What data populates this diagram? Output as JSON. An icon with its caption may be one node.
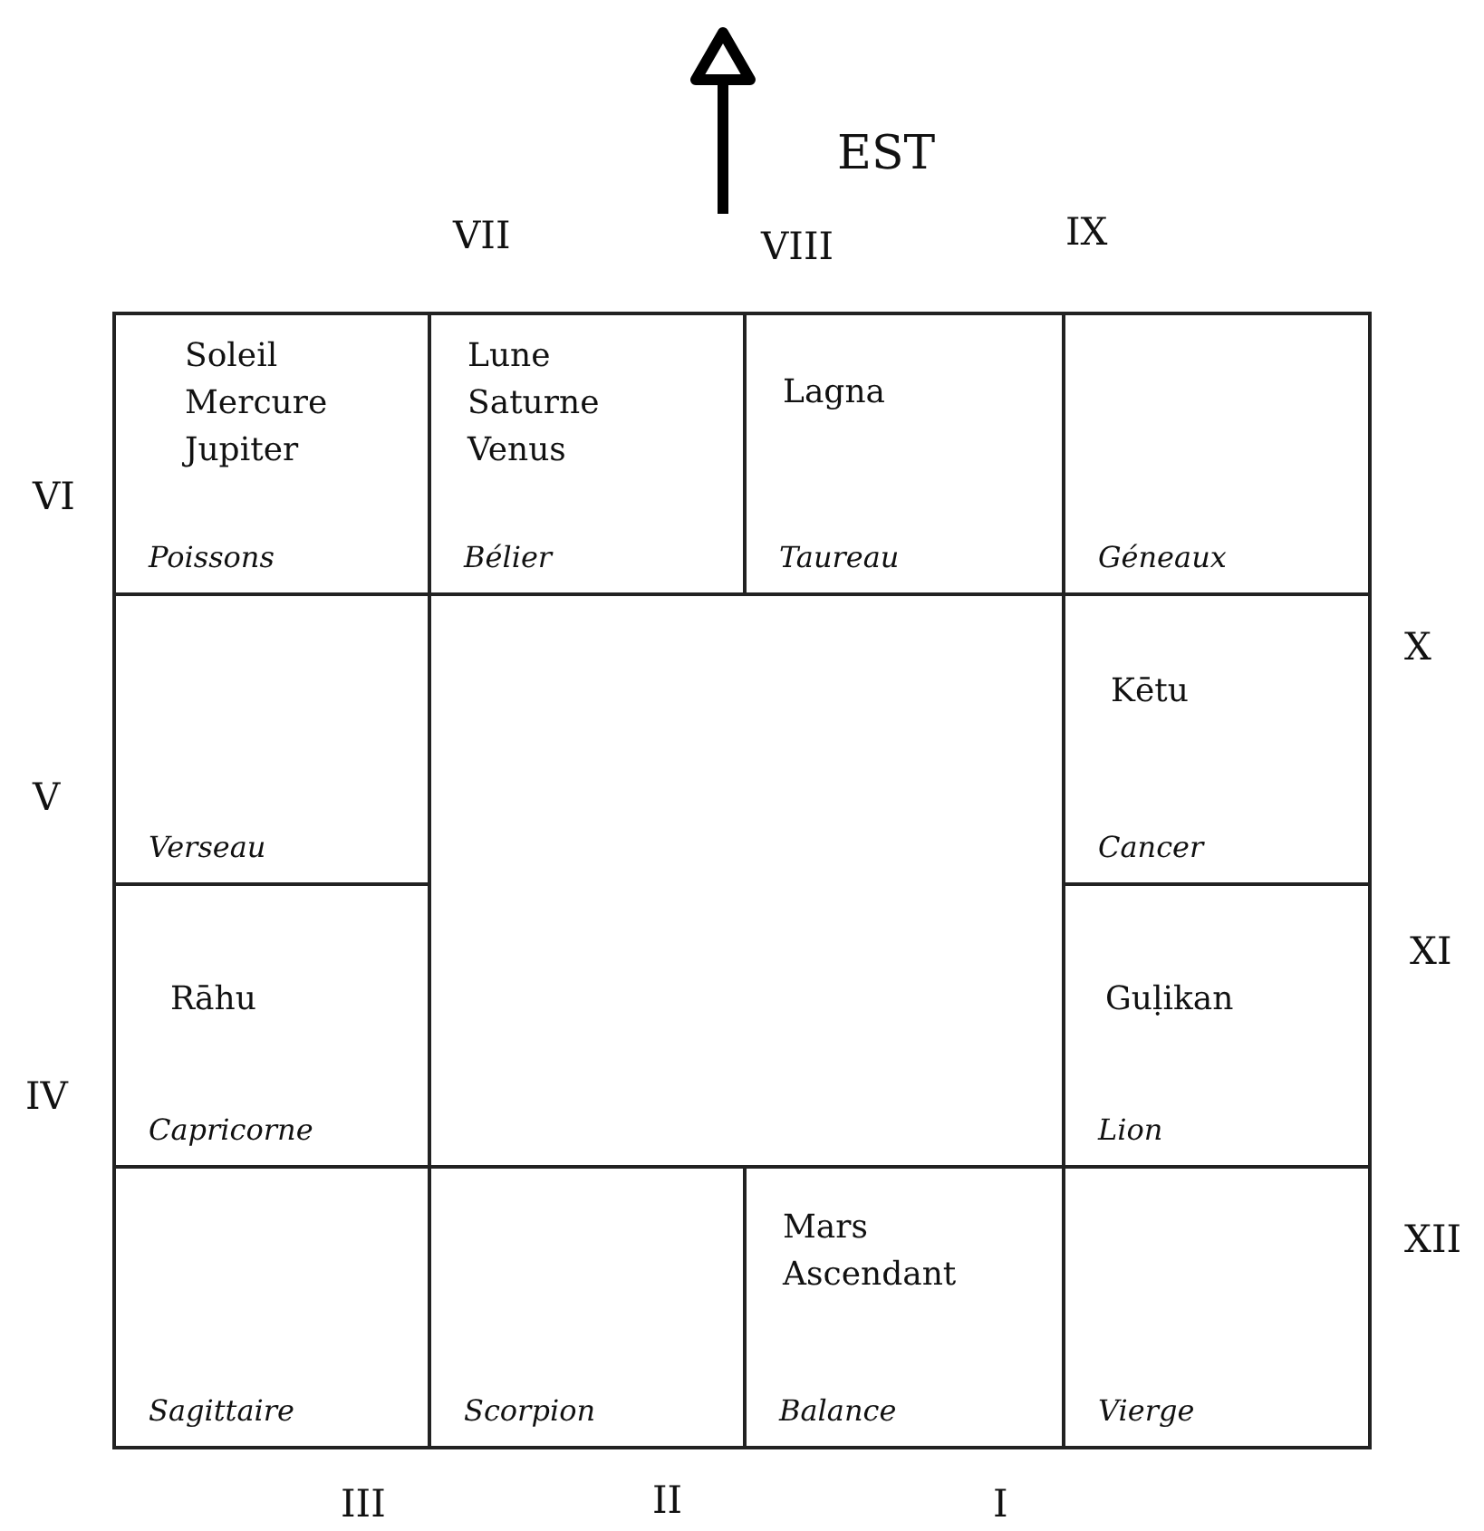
{
  "diagram": {
    "nodes": [
      {
        "text": [
          "Soleil",
          "Mercure",
          "Jupiter",
          "Poissons"
        ]
      },
      {
        "text": [
          "Lune",
          "Saturne",
          "Venus",
          "Bélier"
        ]
      },
      {
        "text": [
          "Lagna",
          "Taureau"
        ]
      },
      {
        "text": [
          "Géneaux"
        ]
      },
      {
        "text": [
          "Verseau"
        ]
      },
      {
        "text": [
          "Kētu",
          "Cancer"
        ]
      },
      {
        "text": [
          "Rāhu",
          "Capricorne"
        ]
      },
      {
        "text": [
          "Guḷikan",
          "Lion"
        ]
      },
      {
        "text": [
          "Sagittaire"
        ]
      },
      {
        "text": [
          "Scorpion"
        ]
      },
      {
        "text": [
          "Mars",
          "Ascendant",
          "Balance"
        ]
      },
      {
        "text": [
          "Vierge"
        ]
      }
    ],
    "edges": [],
    "labels": [
      "EST",
      "VII",
      "VIII",
      "IX",
      "VI",
      "X",
      "V",
      "XI",
      "IV",
      "XII",
      "III",
      "II",
      "I"
    ]
  }
}
